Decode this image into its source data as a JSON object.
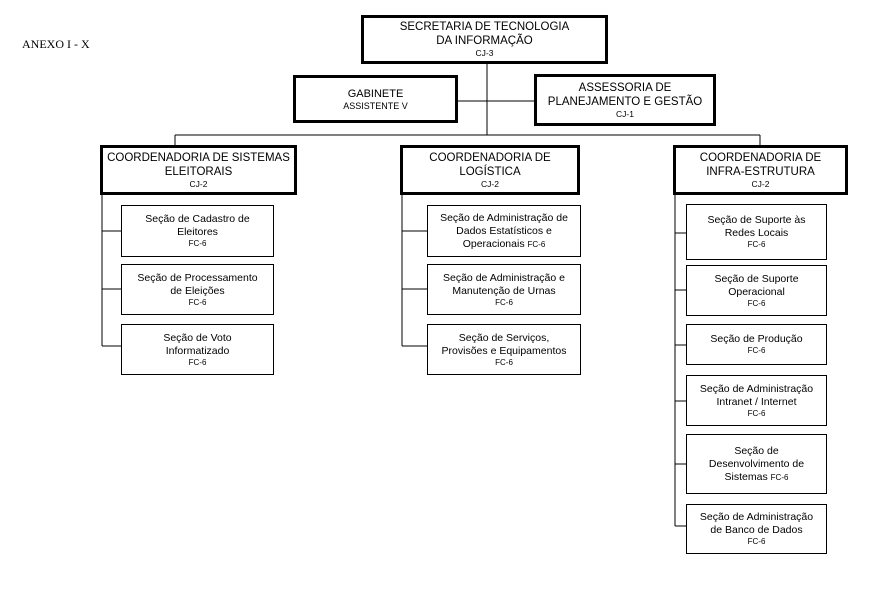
{
  "annex_label": "ANEXO I - X",
  "root": {
    "line1": "SECRETARIA DE TECNOLOGIA",
    "line2": "DA INFORMAÇÃO",
    "code": "CJ-3"
  },
  "gabinete": {
    "line1": "GABINETE",
    "line2": "ASSISTENTE V"
  },
  "assessoria": {
    "line1": "ASSESSORIA DE",
    "line2": "PLANEJAMENTO E GESTÃO",
    "code": "CJ-1"
  },
  "coord_sistemas": {
    "line1": "COORDENADORIA DE SISTEMAS",
    "line2": "ELEITORAIS",
    "code": "CJ-2",
    "sections": [
      {
        "line1": "Seção de Cadastro de",
        "line2": "Eleitores",
        "code": "FC-6"
      },
      {
        "line1": "Seção de Processamento",
        "line2": "de Eleições",
        "code": "FC-6"
      },
      {
        "line1": "Seção de Voto",
        "line2": "Informatizado",
        "code": "FC-6"
      }
    ]
  },
  "coord_logistica": {
    "line1": "COORDENADORIA DE",
    "line2": "LOGÍSTICA",
    "code": "CJ-2",
    "sections": [
      {
        "line1": "Seção de Administração de",
        "line2": "Dados Estatísticos e",
        "line3": "Operacionais",
        "code": "FC-6"
      },
      {
        "line1": "Seção de Administração e",
        "line2": "Manutenção de Urnas",
        "code": "FC-6"
      },
      {
        "line1": "Seção de Serviços,",
        "line2": "Provisões e Equipamentos",
        "code": "FC-6"
      }
    ]
  },
  "coord_infra": {
    "line1": "COORDENADORIA DE",
    "line2": "INFRA-ESTRUTURA",
    "code": "CJ-2",
    "sections": [
      {
        "line1": "Seção de Suporte às",
        "line2": "Redes Locais",
        "code": "FC-6"
      },
      {
        "line1": "Seção de Suporte",
        "line2": "Operacional",
        "code": "FC-6"
      },
      {
        "line1": "Seção de Produção",
        "code": "FC-6"
      },
      {
        "line1": "Seção de Administração",
        "line2": "Intranet / Internet",
        "code": "FC-6"
      },
      {
        "line1": "Seção de",
        "line2": "Desenvolvimento de",
        "line3": "Sistemas",
        "code": "FC-6"
      },
      {
        "line1": "Seção de Administração",
        "line2": "de Banco de Dados",
        "code": "FC-6"
      }
    ]
  }
}
